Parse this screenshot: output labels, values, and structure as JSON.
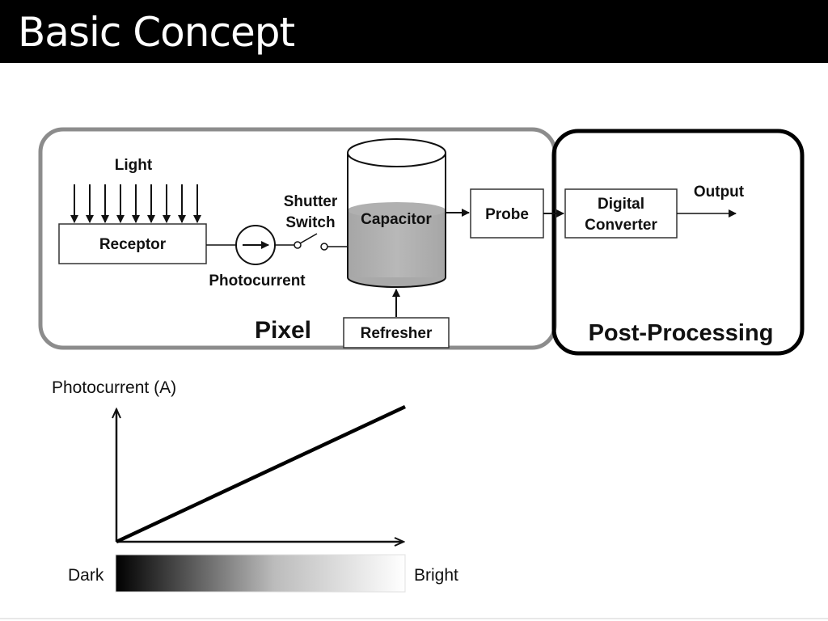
{
  "slide": {
    "title": "Basic Concept"
  },
  "diagram": {
    "light_label": "Light",
    "receptor_label": "Receptor",
    "photocurrent_label": "Photocurrent",
    "shutter_label_line1": "Shutter",
    "shutter_label_line2": "Switch",
    "capacitor_label": "Capacitor",
    "probe_label": "Probe",
    "refresher_label": "Refresher",
    "pixel_label": "Pixel",
    "converter_label_line1": "Digital",
    "converter_label_line2": "Converter",
    "output_label": "Output",
    "post_processing_label": "Post-Processing",
    "colors": {
      "pixel_border": "#8c8c8c",
      "post_border": "#000000",
      "capacitor_fill": "#b3b3b3"
    }
  },
  "graph": {
    "y_axis_label": "Photocurrent (A)",
    "dark_label": "Dark",
    "bright_label": "Bright"
  }
}
